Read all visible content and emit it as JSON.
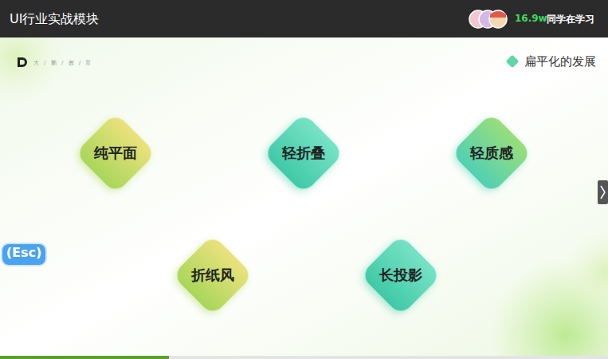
{
  "diagram": {
    "title": "扁平化的发展",
    "nodes": [
      {
        "text": [
          "纯平面"
        ]
      },
      {
        "text": [
          "轻折叠"
        ]
      },
      {
        "text": [
          "轻质感"
        ]
      },
      {
        "text": [
          "折纸风"
        ]
      },
      {
        "text": [
          "长投影"
        ]
      }
    ],
    "labels": [
      "UI行业实战模块",
      "16.9w",
      "同学在学习",
      "大 / 鹏 / 教 / 育",
      "(Esc)"
    ]
  }
}
